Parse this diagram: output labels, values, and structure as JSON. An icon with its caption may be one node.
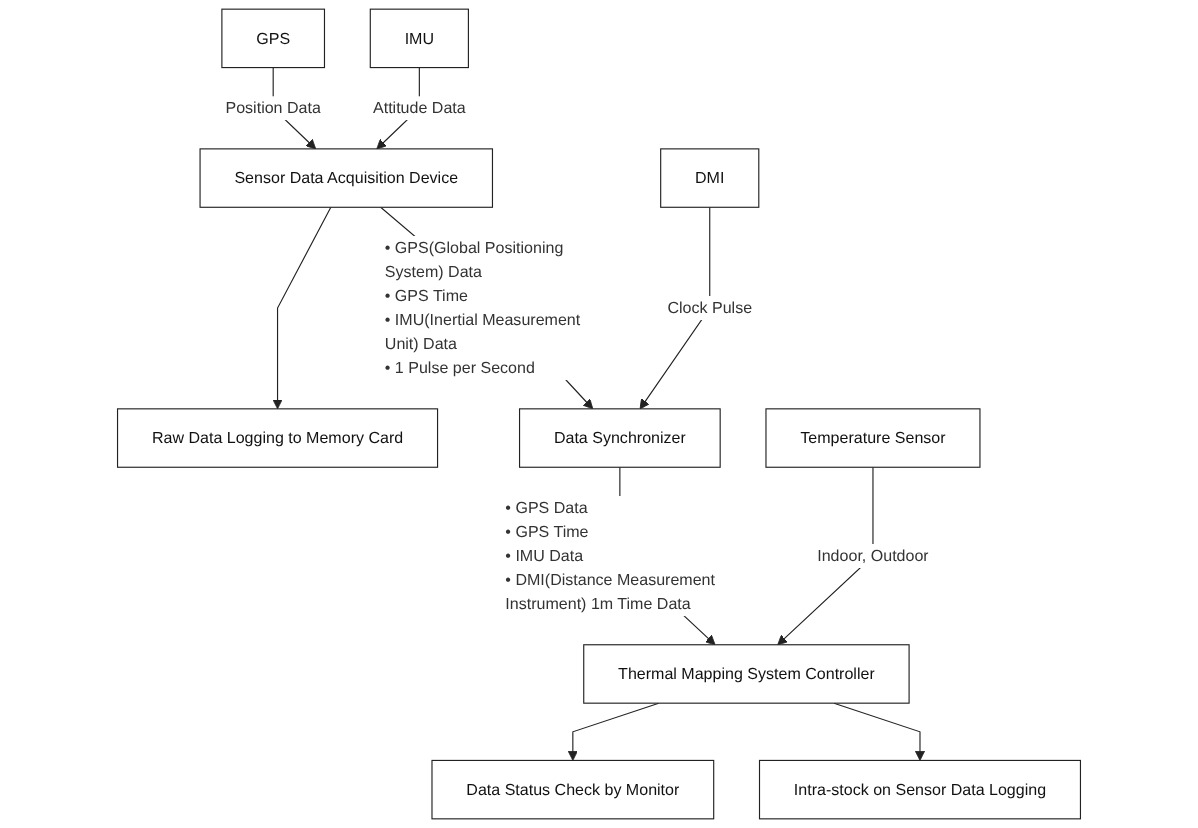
{
  "diagram": {
    "nodes": [
      {
        "text": [
          "GPS"
        ]
      },
      {
        "text": [
          "IMU"
        ]
      },
      {
        "text": [
          "Sensor Data Acquisition Device"
        ]
      },
      {
        "text": [
          "Raw Data Logging to Memory Card"
        ]
      },
      {
        "text": [
          "Data Synchronizer"
        ]
      },
      {
        "text": [
          "DMI"
        ]
      },
      {
        "text": [
          "Thermal Mapping System Controller"
        ]
      },
      {
        "text": [
          "Temperature Sensor"
        ]
      },
      {
        "text": [
          "Data Status Check by Monitor"
        ]
      },
      {
        "text": [
          "Intra-stock on Sensor Data Logging"
        ]
      }
    ],
    "edges": [
      {
        "from": 0,
        "to": 2,
        "arrow": "to",
        "label": "Position Data"
      },
      {
        "from": 1,
        "to": 2,
        "arrow": "to",
        "label": "Attitude Data"
      },
      {
        "from": 2,
        "to": 3,
        "arrow": "to"
      },
      {
        "from": 2,
        "to": 4,
        "arrow": "to",
        "label": "• GPS(Global Positioning System) Data • GPS Time • IMU(Inertial Measurement Unit) Data • 1 Pulse per Second"
      },
      {
        "from": 5,
        "to": 4,
        "arrow": "to",
        "label": "Clock Pulse"
      },
      {
        "from": 4,
        "to": 6,
        "arrow": "to",
        "label": "• GPS Data • GPS Time • IMU Data • DMI(Distance Measurement Instrument) 1m Time Data"
      },
      {
        "from": 7,
        "to": 6,
        "arrow": "to",
        "label": "Indoor, Outdoor"
      },
      {
        "from": 6,
        "to": 8,
        "arrow": "to"
      },
      {
        "from": 6,
        "to": 9,
        "arrow": "to"
      }
    ]
  }
}
